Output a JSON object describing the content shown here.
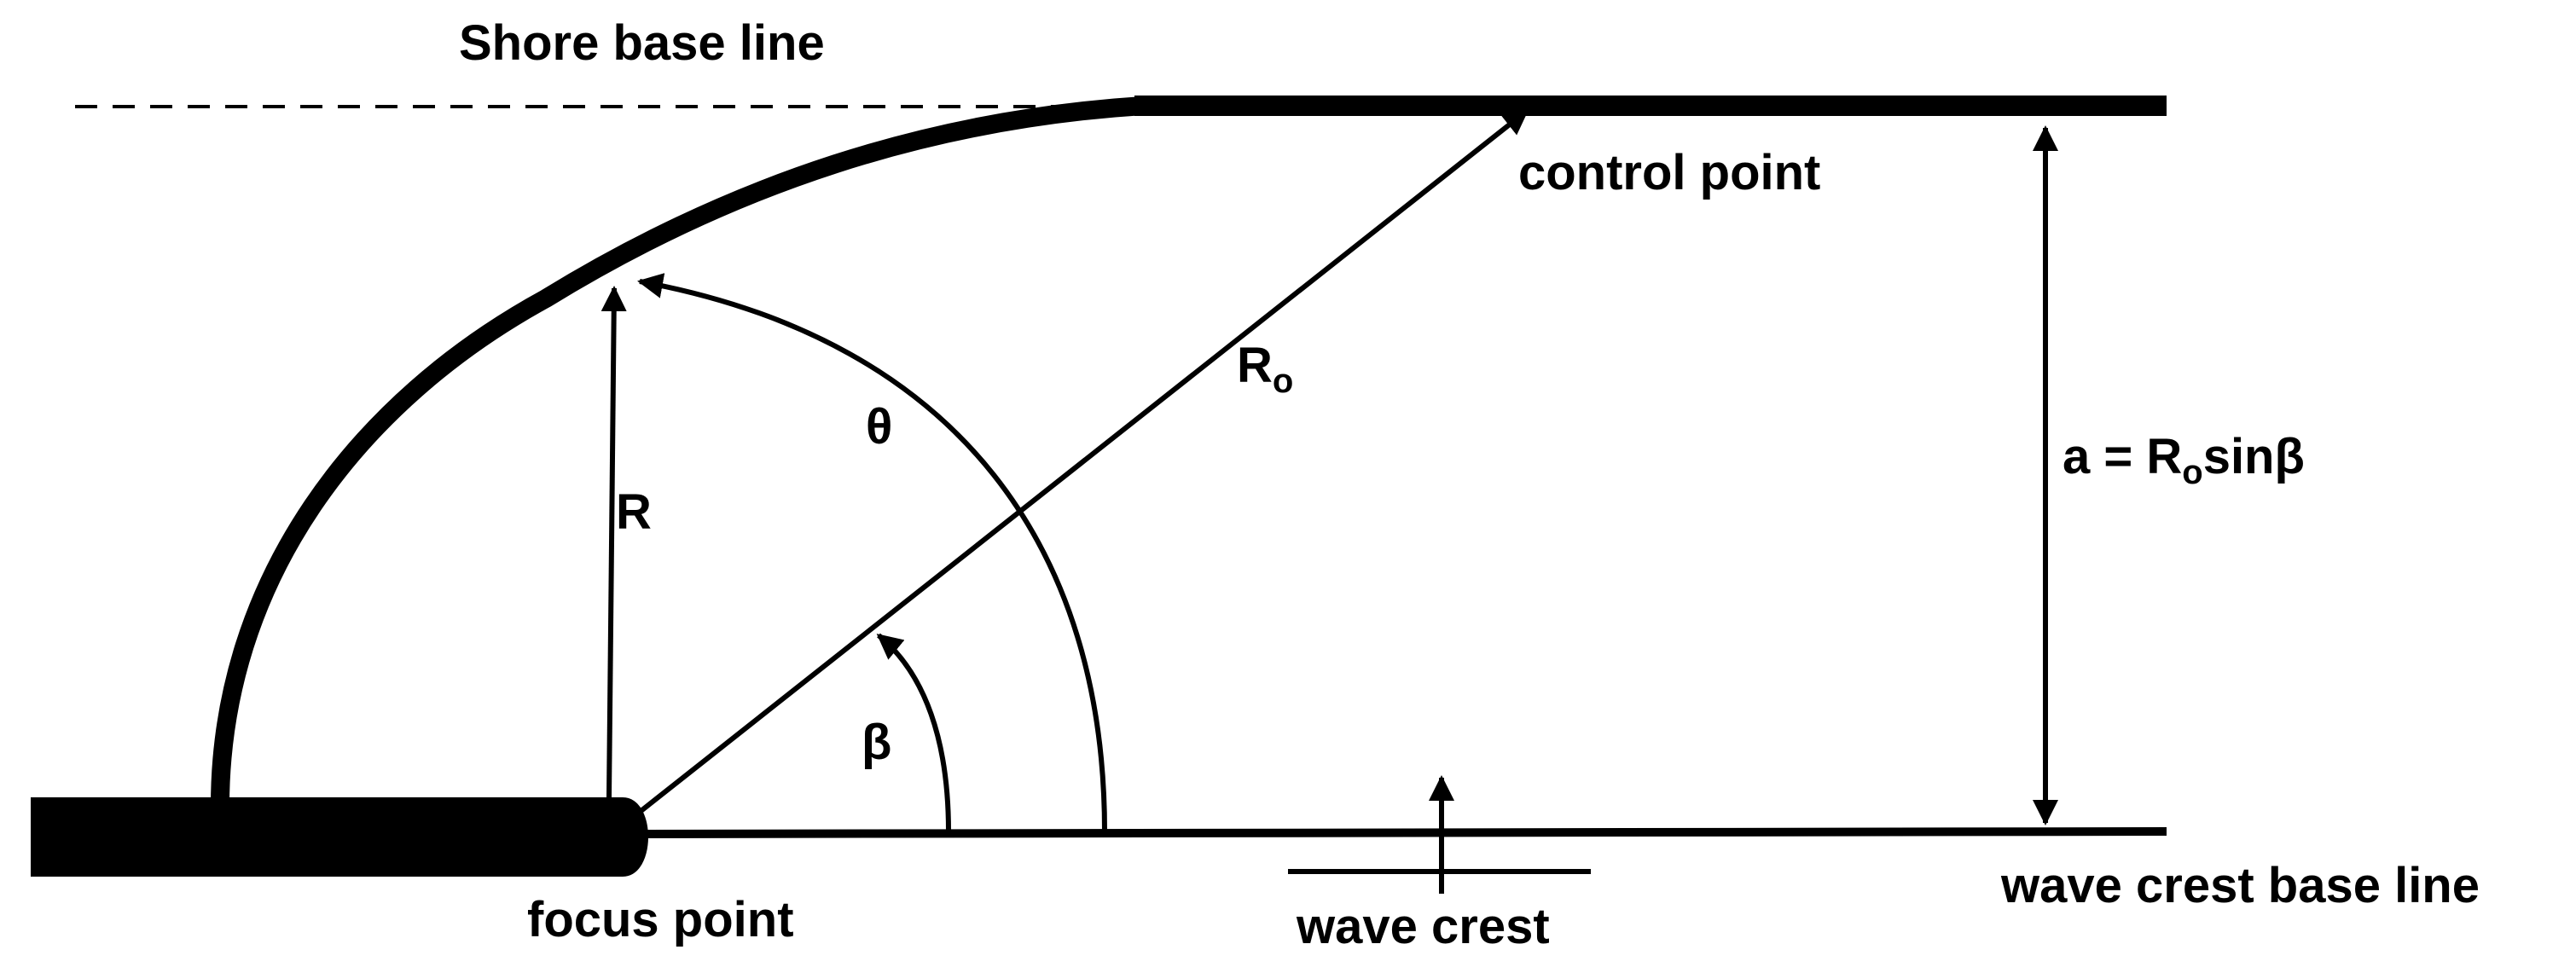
{
  "labels": {
    "shore_base_line": "Shore base line",
    "control_point": "control point",
    "ro": "R",
    "ro_subscript": "o",
    "theta": "θ",
    "r": "R",
    "beta": "β",
    "a_prefix": "a = R",
    "a_subscript": "o",
    "a_suffix": "sinβ",
    "focus_point": "focus point",
    "wave_crest": "wave crest",
    "wave_crest_base_line": "wave crest base line"
  },
  "colors": {
    "ink": "#000000",
    "background": "#ffffff"
  }
}
